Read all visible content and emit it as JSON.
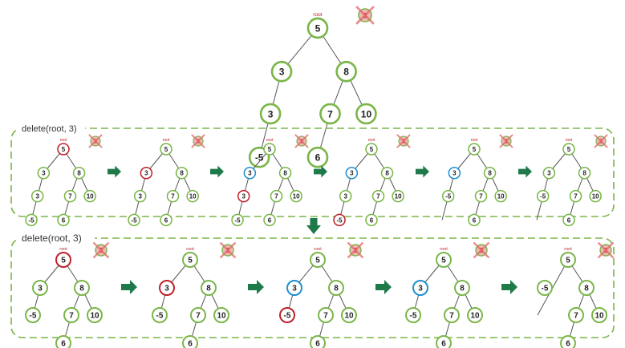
{
  "colors": {
    "node_stroke": "#7ab648",
    "current_stroke": "#c0202a",
    "parent_stroke": "#1e90d0",
    "arrow_fill": "#1f7a4a",
    "panel_border": "#7ab648",
    "x_mark": "#e06a6a",
    "key_badge_fill": "#f2b8b8",
    "key_badge_text": "#c0202a"
  },
  "icons": {
    "next_step": "right-arrow-icon",
    "transition": "down-arrow-icon",
    "deleted_key": "crossed-out-key-icon"
  },
  "root_label": "root",
  "target_key": "3",
  "initial_tree": {
    "nodes": [
      {
        "id": "n5",
        "value": "5",
        "root": true
      },
      {
        "id": "n3",
        "value": "3"
      },
      {
        "id": "n8",
        "value": "8"
      },
      {
        "id": "n3b",
        "value": "3"
      },
      {
        "id": "n7",
        "value": "7"
      },
      {
        "id": "n10",
        "value": "10"
      },
      {
        "id": "nm5",
        "value": "-5"
      },
      {
        "id": "n6",
        "value": "6"
      }
    ],
    "edges": [
      [
        "n5",
        "n3"
      ],
      [
        "n5",
        "n8"
      ],
      [
        "n3",
        "n3b"
      ],
      [
        "n8",
        "n7"
      ],
      [
        "n8",
        "n10"
      ],
      [
        "n3b",
        "nm5"
      ],
      [
        "n7",
        "n6"
      ]
    ]
  },
  "panel1": {
    "title": "delete(root, 3)",
    "steps": [
      {
        "current": "n5",
        "parent": null
      },
      {
        "current": "n3",
        "parent": null
      },
      {
        "current": "n3b",
        "parent": "n3"
      },
      {
        "current": "nm5",
        "parent": "n3"
      },
      {
        "current": null,
        "parent": "n3",
        "removed": "n3b"
      },
      {
        "current": null,
        "parent": null,
        "removed": "n3b"
      }
    ]
  },
  "panel2": {
    "title": "delete(root, 3)",
    "tree": {
      "nodes": [
        {
          "id": "n5",
          "value": "5",
          "root": true
        },
        {
          "id": "n3",
          "value": "3"
        },
        {
          "id": "n8",
          "value": "8"
        },
        {
          "id": "nm5",
          "value": "-5"
        },
        {
          "id": "n7",
          "value": "7"
        },
        {
          "id": "n10",
          "value": "10"
        },
        {
          "id": "n6",
          "value": "6"
        }
      ],
      "edges": [
        [
          "n5",
          "n3"
        ],
        [
          "n5",
          "n8"
        ],
        [
          "n3",
          "nm5"
        ],
        [
          "n8",
          "n7"
        ],
        [
          "n8",
          "n10"
        ],
        [
          "n7",
          "n6"
        ]
      ]
    },
    "steps": [
      {
        "current": "n5",
        "parent": null
      },
      {
        "current": "n3",
        "parent": null
      },
      {
        "current": "nm5",
        "parent": "n3"
      },
      {
        "current": null,
        "parent": "n3"
      },
      {
        "current": null,
        "parent": null,
        "removed": "n3"
      }
    ]
  }
}
